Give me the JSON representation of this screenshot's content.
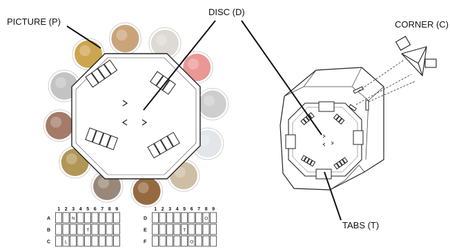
{
  "labels": {
    "picture": "PICTURE (P)",
    "disc": "DISC (D)",
    "corner": "CORNER (C)",
    "tabs": "TABS (T)"
  },
  "pictures": [
    {
      "name": "picture-boxers",
      "color": "#d9d6cf"
    },
    {
      "name": "picture-smile",
      "color": "#e88d8a"
    },
    {
      "name": "picture-robots",
      "color": "#c9c9c9"
    },
    {
      "name": "picture-helmet",
      "color": "#dfe3e6"
    },
    {
      "name": "picture-cracked-wall",
      "color": "#c8b79b"
    },
    {
      "name": "picture-ship-wheel",
      "color": "#8b5a2b"
    },
    {
      "name": "picture-people",
      "color": "#8e7b6a"
    },
    {
      "name": "picture-key",
      "color": "#a88b45"
    },
    {
      "name": "picture-rock",
      "color": "#9a6b58"
    },
    {
      "name": "picture-machine",
      "color": "#bdbdbd"
    },
    {
      "name": "picture-spaceman",
      "color": "#c79b3c"
    },
    {
      "name": "picture-wood",
      "color": "#c49a6a"
    }
  ],
  "grids": [
    {
      "columns": [
        "1",
        "2",
        "3",
        "4",
        "5",
        "6",
        "7",
        "8",
        "9"
      ],
      "rows": [
        {
          "label": "A",
          "cells": [
            "",
            "",
            "N",
            "",
            "",
            "",
            "",
            "",
            ""
          ]
        },
        {
          "label": "B",
          "cells": [
            "",
            "",
            "",
            "",
            "T",
            "",
            "",
            "",
            ""
          ]
        },
        {
          "label": "C",
          "cells": [
            "",
            "L",
            "",
            "",
            "",
            "",
            "",
            "",
            ""
          ]
        }
      ]
    },
    {
      "columns": [
        "1",
        "2",
        "3",
        "4",
        "5",
        "6",
        "7",
        "8",
        "9"
      ],
      "rows": [
        {
          "label": "D",
          "cells": [
            "",
            "",
            "",
            "",
            "",
            "",
            "",
            "O",
            ""
          ]
        },
        {
          "label": "E",
          "cells": [
            "",
            "",
            "",
            "",
            "T",
            "",
            "",
            "",
            ""
          ]
        },
        {
          "label": "F",
          "cells": [
            "",
            "",
            "",
            "",
            "",
            "O",
            "",
            "",
            ""
          ]
        }
      ]
    }
  ]
}
